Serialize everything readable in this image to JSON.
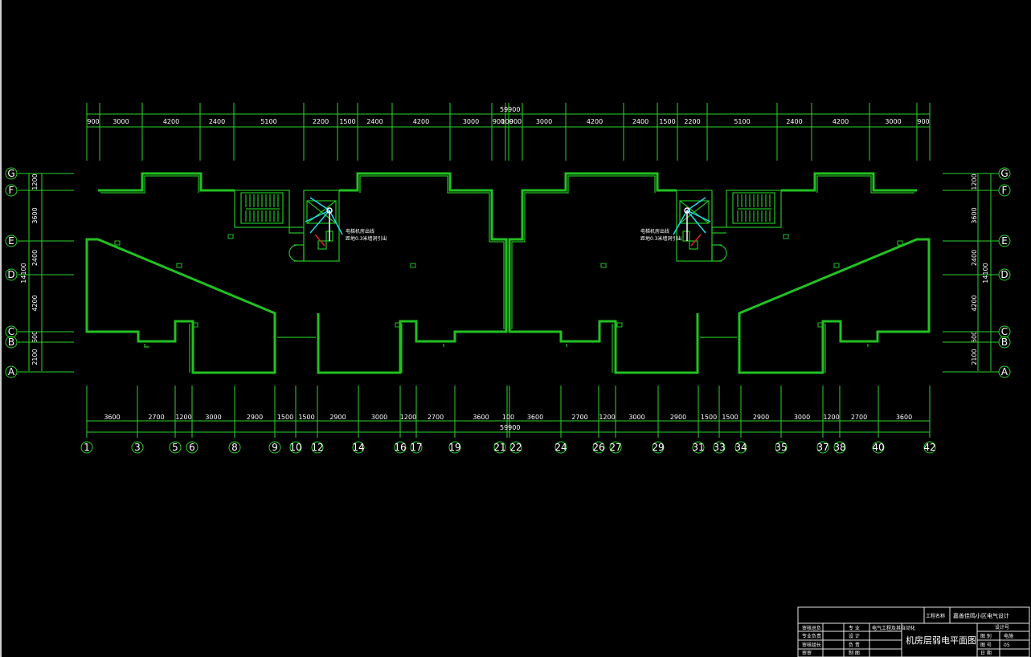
{
  "drawing": {
    "total_dim_top": "59900",
    "total_dim_bottom": "59900",
    "top_dims": [
      "900",
      "3000",
      "4200",
      "2400",
      "5100",
      "2200",
      "1500",
      "2400",
      "4200",
      "3000",
      "900",
      "100",
      "900",
      "3000",
      "4200",
      "2400",
      "1500",
      "2200",
      "5100",
      "2400",
      "4200",
      "3000",
      "900"
    ],
    "bottom_dims": [
      "3600",
      "2700",
      "1200",
      "3000",
      "2900",
      "1500",
      "1500",
      "2900",
      "3000",
      "1200",
      "2700",
      "3600",
      "100",
      "3600",
      "2700",
      "1200",
      "3000",
      "2900",
      "1500",
      "1500",
      "2900",
      "3000",
      "1200",
      "2700",
      "3600"
    ],
    "left_dims": [
      "1200",
      "3600",
      "2400",
      "4200",
      "600",
      "2100"
    ],
    "left_total": "14100",
    "right_dims": [
      "1200",
      "3600",
      "2400",
      "4200",
      "600",
      "2100"
    ],
    "right_total": "14100",
    "row_axes": [
      "G",
      "F",
      "E",
      "D",
      "C",
      "B",
      "A"
    ],
    "column_axes": [
      "1",
      "3",
      "5",
      "6",
      "8",
      "9",
      "10",
      "12",
      "14",
      "16",
      "17",
      "19",
      "21",
      "22",
      "24",
      "26",
      "27",
      "29",
      "31",
      "33",
      "34",
      "35",
      "37",
      "38",
      "40",
      "42"
    ],
    "annotation_left": "电梯机房出线",
    "annotation_left_2": "距地0.3米墙洞引出",
    "annotation_right": "电梯机房出线",
    "annotation_right_2": "距地0.3米墙洞引出"
  },
  "title_block": {
    "project_label": "工程名称",
    "project_name": "嘉善佳鸣小区电气设计",
    "drawing_title": "机房层弱电平面图",
    "design_no_label": "设计号",
    "rows_left": [
      {
        "a": "审核总负",
        "b": "专 业",
        "c": "电气工程及其自动化"
      },
      {
        "a": "专业负责",
        "b": "设 计",
        "c": ""
      },
      {
        "a": "审核组长",
        "b": "负 责",
        "c": ""
      },
      {
        "a": "审审",
        "b": "制 图",
        "c": ""
      }
    ],
    "rows_right": [
      {
        "k": "图 别",
        "v": "电施"
      },
      {
        "k": "图 号",
        "v": "05"
      },
      {
        "k": "日 期",
        "v": ""
      }
    ]
  }
}
